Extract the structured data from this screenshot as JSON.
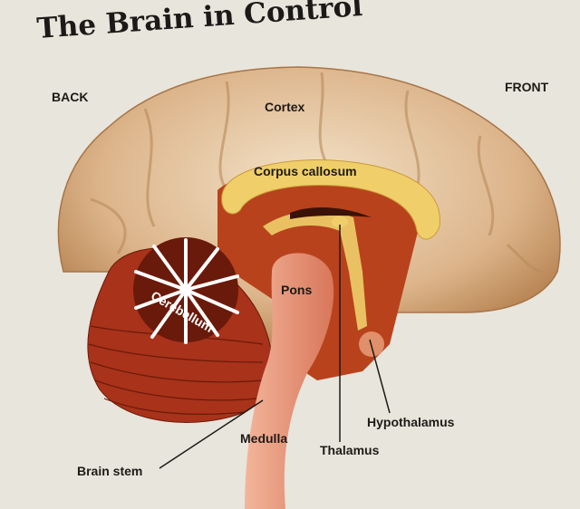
{
  "title": "The Brain in Control",
  "labels": {
    "back": "BACK",
    "front": "FRONT",
    "cortex": "Cortex",
    "corpus_callosum": "Corpus callosum",
    "cerebellum": "Cerebellum",
    "pons": "Pons",
    "hypothalamus": "Hypothalamus",
    "medulla": "Medulla",
    "thalamus": "Thalamus",
    "brain_stem": "Brain stem"
  },
  "colors": {
    "page": "#e8e5dc",
    "cortex": "#d8b48c",
    "corpus_callosum": "#f0cf6a",
    "inner": "#b8421c",
    "cerebellum": "#a8321a",
    "brainstem": "#eca085"
  }
}
